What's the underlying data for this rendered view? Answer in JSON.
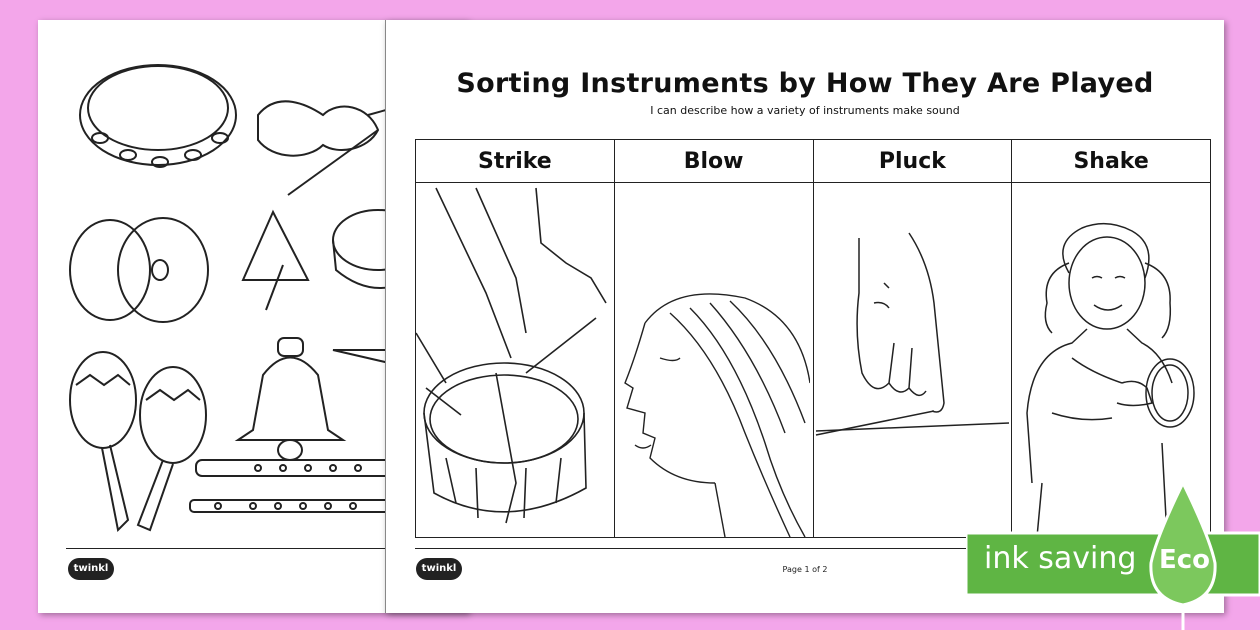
{
  "worksheet": {
    "title": "Sorting Instruments by How They Are Played",
    "subtitle": "I can describe how a variety of instruments make sound",
    "columns": [
      {
        "label": "Strike",
        "picture": "person-striking-drum"
      },
      {
        "label": "Blow",
        "picture": "person-blowing"
      },
      {
        "label": "Pluck",
        "picture": "hand-plucking-string"
      },
      {
        "label": "Shake",
        "picture": "girl-shaking-tambourine"
      }
    ],
    "page_number": "Page 1 of 2"
  },
  "back_page": {
    "instruments": [
      "tambourine",
      "violin",
      "cymbals",
      "triangle",
      "drum",
      "maracas",
      "bell",
      "trumpet",
      "recorder",
      "flute"
    ]
  },
  "brand": {
    "logo_text": "twinkl"
  },
  "badge": {
    "text": "ink saving",
    "eco_label": "Eco",
    "color": "#5fb544"
  },
  "colors": {
    "background": "#f3a6ea"
  }
}
